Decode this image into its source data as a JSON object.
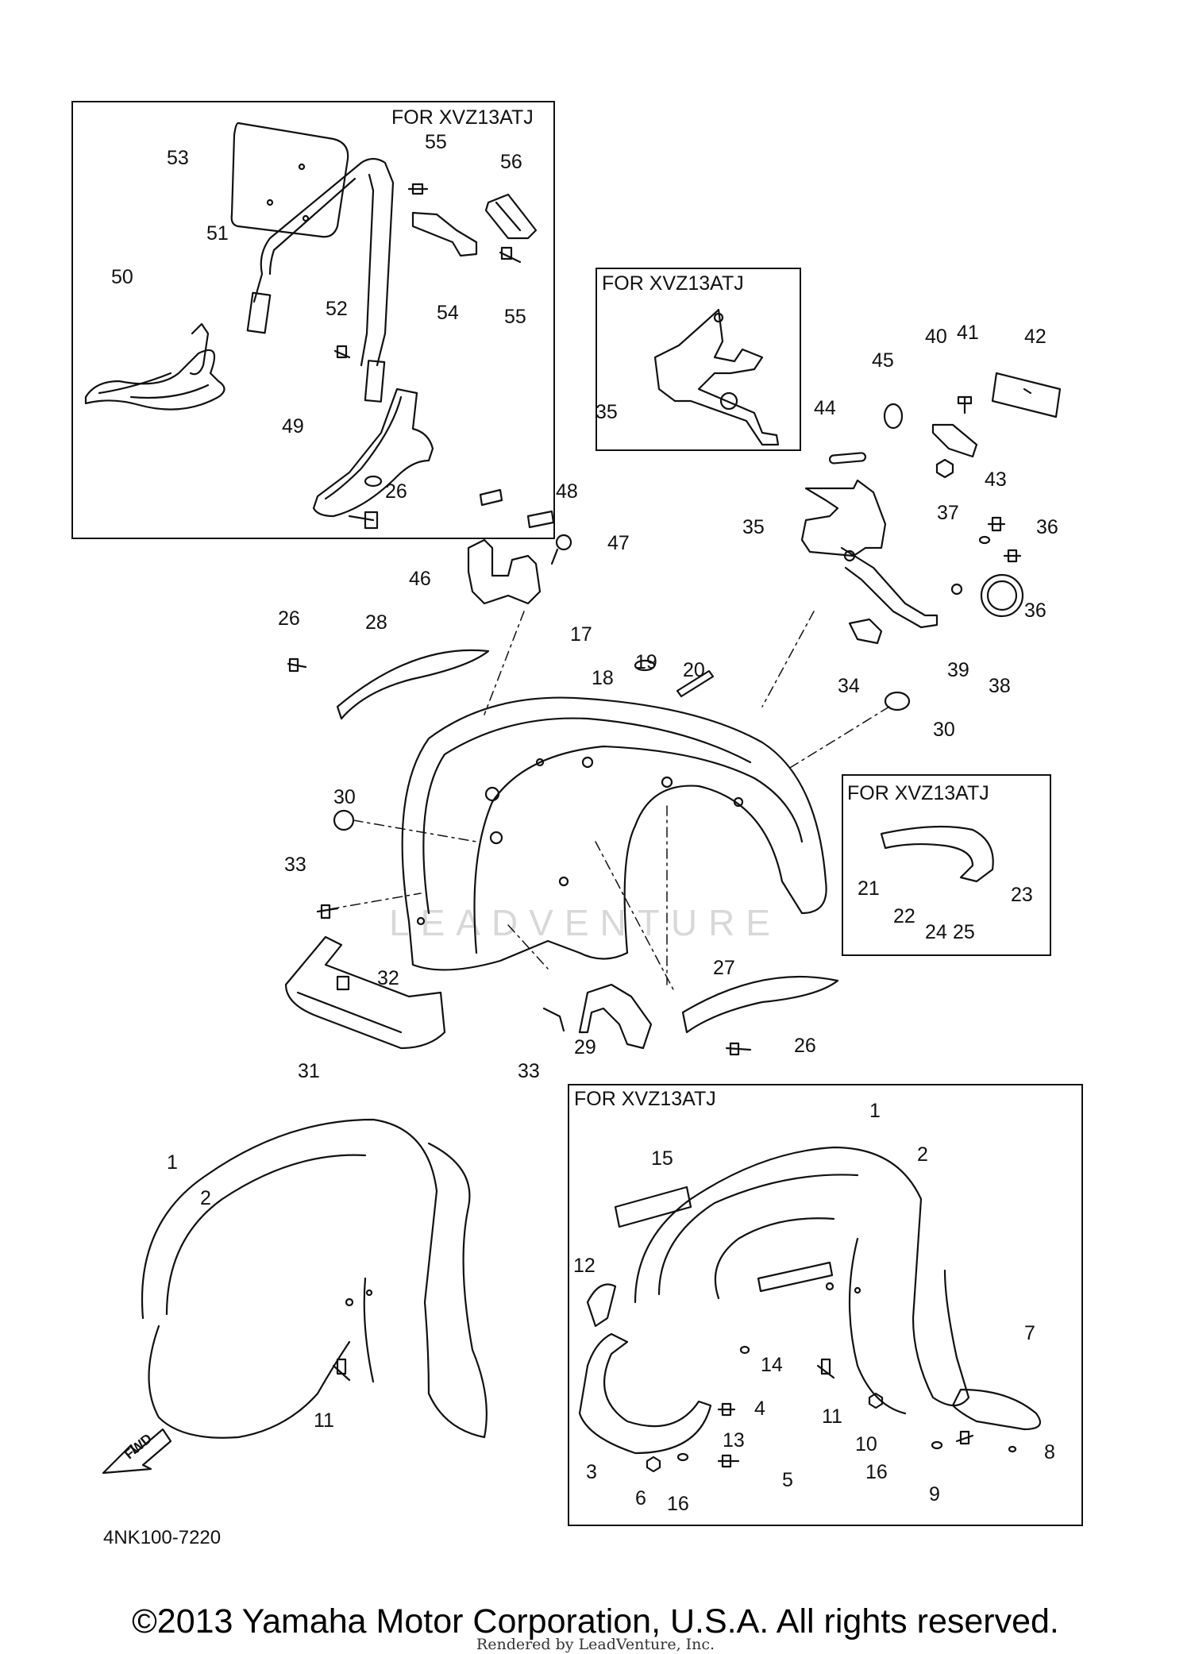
{
  "model_box_label": "FOR XVZ13ATJ",
  "diagram_code": "4NK100-7220",
  "fwd_label": "FWD",
  "watermark": "LEADVENTURE",
  "copyright": "©2013 Yamaha Motor Corporation, U.S.A. All rights reserved.",
  "rendered_by": "Rendered by LeadVenture, Inc.",
  "part_numbers": [
    "1",
    "2",
    "3",
    "4",
    "5",
    "6",
    "7",
    "8",
    "9",
    "10",
    "11",
    "12",
    "13",
    "14",
    "15",
    "16",
    "17",
    "18",
    "19",
    "20",
    "21",
    "22",
    "23",
    "24",
    "25",
    "26",
    "27",
    "28",
    "29",
    "30",
    "31",
    "32",
    "33",
    "34",
    "35",
    "36",
    "37",
    "38",
    "39",
    "40",
    "41",
    "42",
    "43",
    "44",
    "45",
    "46",
    "47",
    "48",
    "49",
    "50",
    "51",
    "52",
    "53",
    "54",
    "55",
    "56"
  ]
}
